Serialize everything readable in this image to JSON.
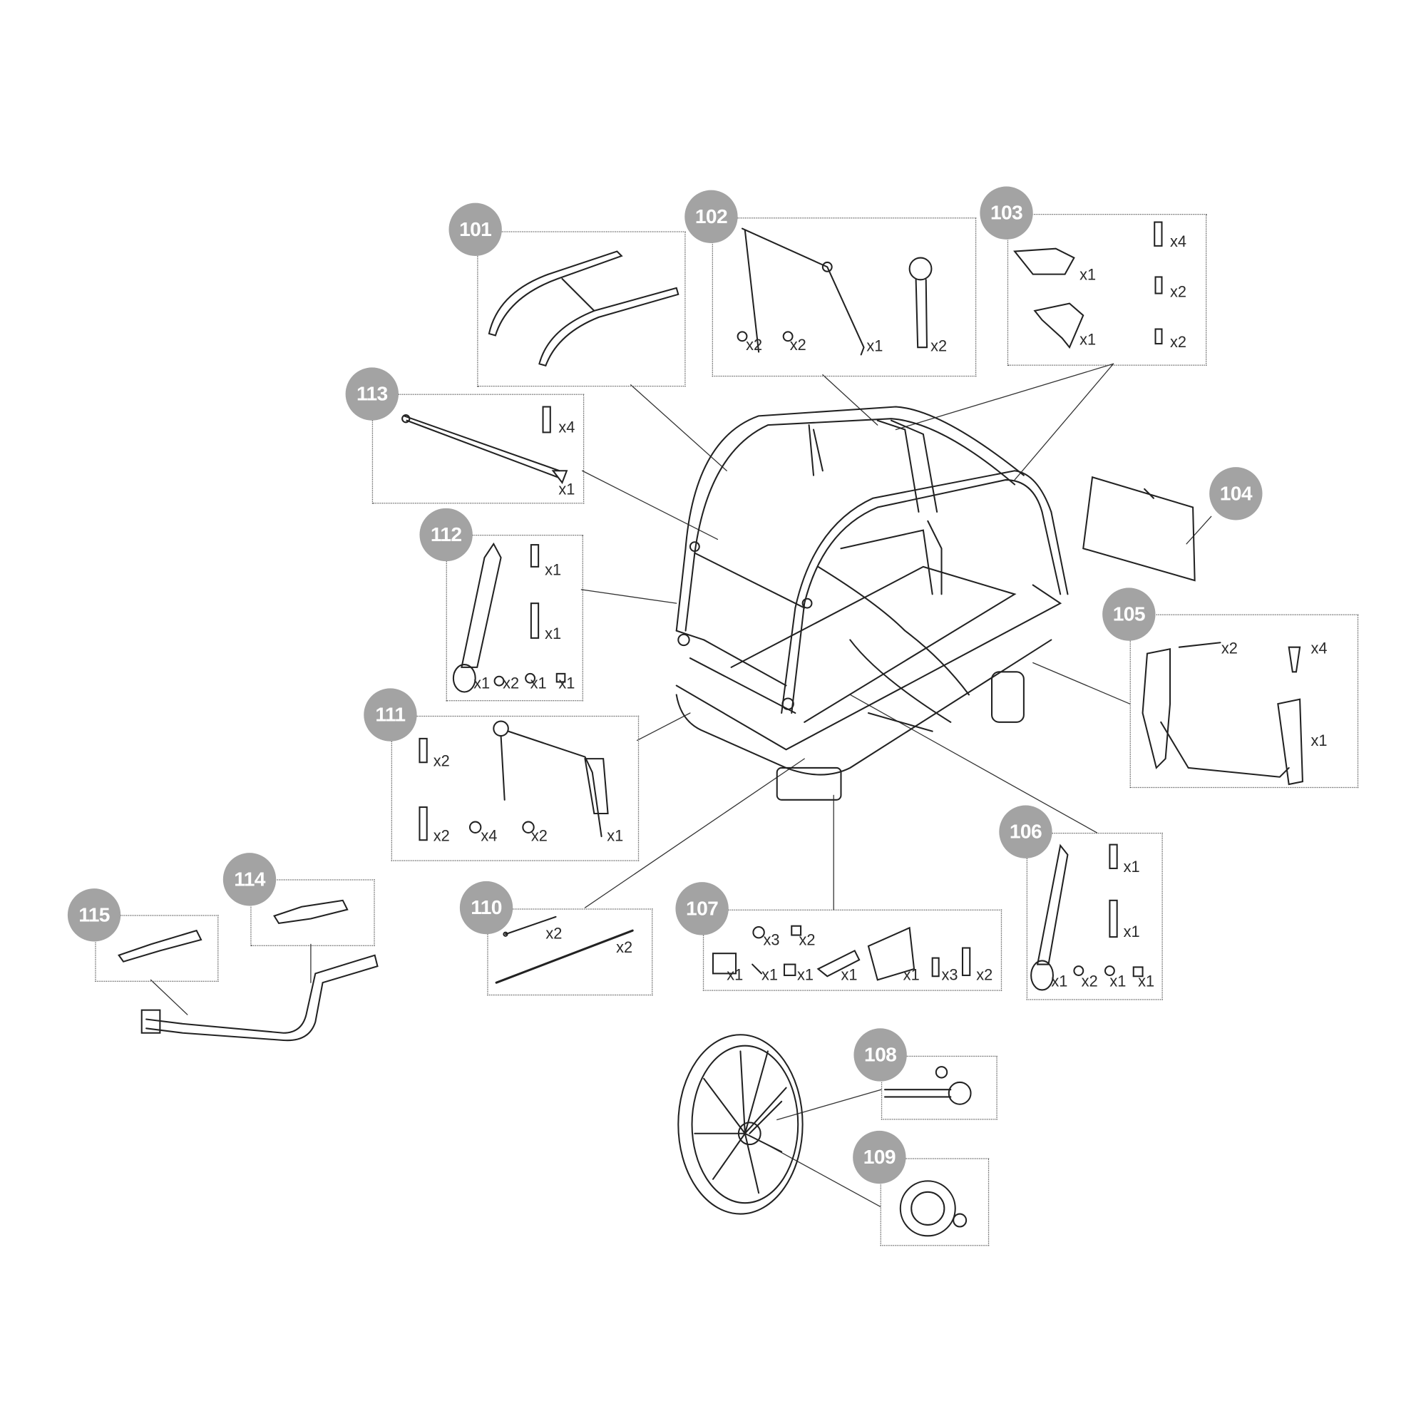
{
  "callouts": {
    "c101": {
      "id": "101",
      "qty": []
    },
    "c102": {
      "id": "102",
      "qty": [
        "x2",
        "x2",
        "x1",
        "x2"
      ]
    },
    "c103": {
      "id": "103",
      "qty": [
        "x1",
        "x1",
        "x4",
        "x2",
        "x2"
      ]
    },
    "c104": {
      "id": "104",
      "qty": []
    },
    "c105": {
      "id": "105",
      "qty": [
        "x2",
        "x4",
        "x1"
      ]
    },
    "c106": {
      "id": "106",
      "qty": [
        "x1",
        "x1",
        "x1",
        "x2",
        "x1",
        "x1"
      ]
    },
    "c107": {
      "id": "107",
      "qty": [
        "x3",
        "x2",
        "x1",
        "x1",
        "x1",
        "x1",
        "x1",
        "x3",
        "x2"
      ]
    },
    "c108": {
      "id": "108",
      "qty": []
    },
    "c109": {
      "id": "109",
      "qty": []
    },
    "c110": {
      "id": "110",
      "qty": [
        "x2",
        "x2"
      ]
    },
    "c111": {
      "id": "111",
      "qty": [
        "x2",
        "x2",
        "x4",
        "x2",
        "x1"
      ]
    },
    "c112": {
      "id": "112",
      "qty": [
        "x1",
        "x1",
        "x1",
        "x2",
        "x1",
        "x1"
      ]
    },
    "c113": {
      "id": "113",
      "qty": [
        "x4",
        "x1"
      ]
    },
    "c114": {
      "id": "114",
      "qty": []
    },
    "c115": {
      "id": "115",
      "qty": []
    }
  },
  "colors": {
    "badge": "#a3a3a3",
    "line": "#222222"
  }
}
